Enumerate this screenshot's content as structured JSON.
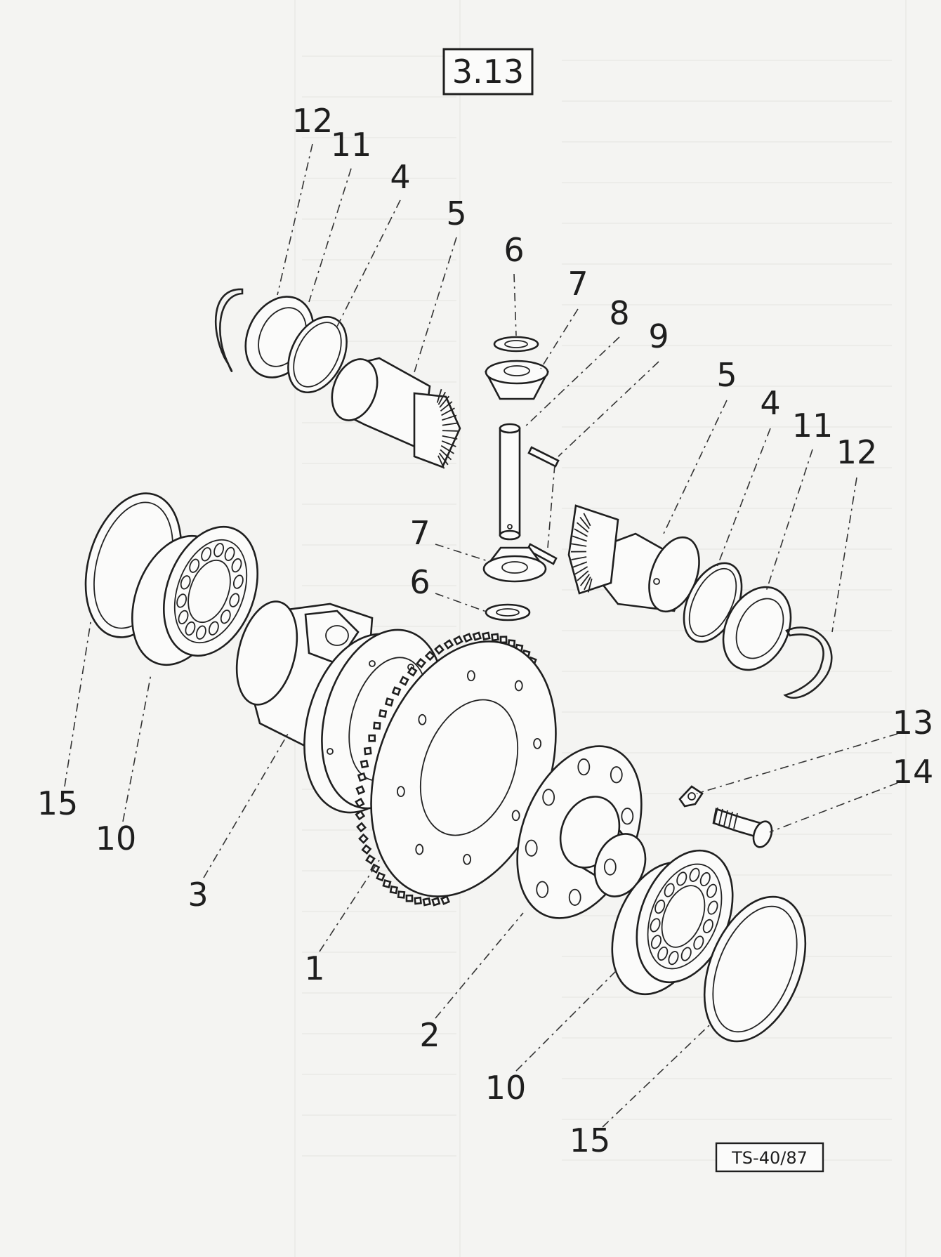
{
  "figure_number": "3.13",
  "drawing_code": "TS-40/87",
  "callouts": [
    {
      "id": "12a",
      "text": "12"
    },
    {
      "id": "11a",
      "text": "11"
    },
    {
      "id": "4a",
      "text": "4"
    },
    {
      "id": "5a",
      "text": "5"
    },
    {
      "id": "6a",
      "text": "6"
    },
    {
      "id": "7a",
      "text": "7"
    },
    {
      "id": "8",
      "text": "8"
    },
    {
      "id": "9",
      "text": "9"
    },
    {
      "id": "5b",
      "text": "5"
    },
    {
      "id": "4b",
      "text": "4"
    },
    {
      "id": "11b",
      "text": "11"
    },
    {
      "id": "12b",
      "text": "12"
    },
    {
      "id": "7b",
      "text": "7"
    },
    {
      "id": "6b",
      "text": "6"
    },
    {
      "id": "15a",
      "text": "15"
    },
    {
      "id": "10a",
      "text": "10"
    },
    {
      "id": "3",
      "text": "3"
    },
    {
      "id": "1",
      "text": "1"
    },
    {
      "id": "2",
      "text": "2"
    },
    {
      "id": "10b",
      "text": "10"
    },
    {
      "id": "15b",
      "text": "15"
    },
    {
      "id": "13",
      "text": "13"
    },
    {
      "id": "14",
      "text": "14"
    }
  ]
}
